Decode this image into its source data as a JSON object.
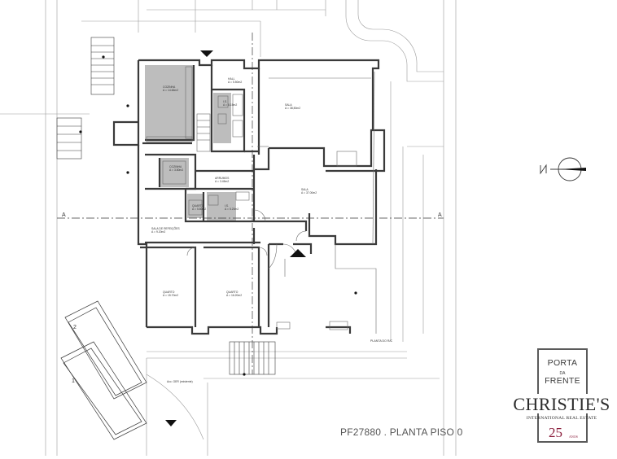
{
  "drawing": {
    "caption": "PF27880  . PLANTA PISO 0",
    "floor_label": "PLANTA DO R/C",
    "section_mark_left": "A",
    "section_mark_right": "A",
    "parking_numbers": [
      "2",
      "1"
    ],
    "entrance_note": "Acc. GER (existente)"
  },
  "rooms": {
    "cozinha_1": {
      "name": "COZINHA",
      "area": "A = 14.66m2"
    },
    "hall": {
      "name": "HALL",
      "area": "A = 5.50m2"
    },
    "wc_1": {
      "name": "I.S.",
      "area": "A = 6.15m2"
    },
    "sala_1": {
      "name": "SALA",
      "area": "A = 38,50m2"
    },
    "cozinha_2": {
      "name": "COZINHA",
      "area": "A = 3.80m2"
    },
    "arrumos": {
      "name": "ARRUMOS",
      "area": "A = 3.45m2"
    },
    "sala_2": {
      "name": "SALA",
      "area": "A = 37.00m2"
    },
    "quarto_sm": {
      "name": "QUARTO",
      "area": "A = 5.80m2"
    },
    "wc_2": {
      "name": "I.S.",
      "area": "A = 5.20m2"
    },
    "sala_refeicoes": {
      "name": "SALA DE REFEIÇÕES",
      "area": "A = 9.20m2"
    },
    "quarto_1": {
      "name": "QUARTO",
      "area": "A = 15.70m2"
    },
    "quarto_2": {
      "name": "QUARTO",
      "area": "A = 16.20m2"
    }
  },
  "brand": {
    "porta": "PORTA",
    "da": "DA",
    "frente": "FRENTE",
    "christies": "CHRISTIE'S",
    "intl": "INTERNATIONAL REAL ESTATE",
    "years": "25",
    "anos": "ANOS"
  },
  "colors": {
    "line": "#3a3a3a",
    "thin": "#9a9a9a",
    "fill": "#bdbdbd",
    "accent": "#8a1c3a"
  }
}
